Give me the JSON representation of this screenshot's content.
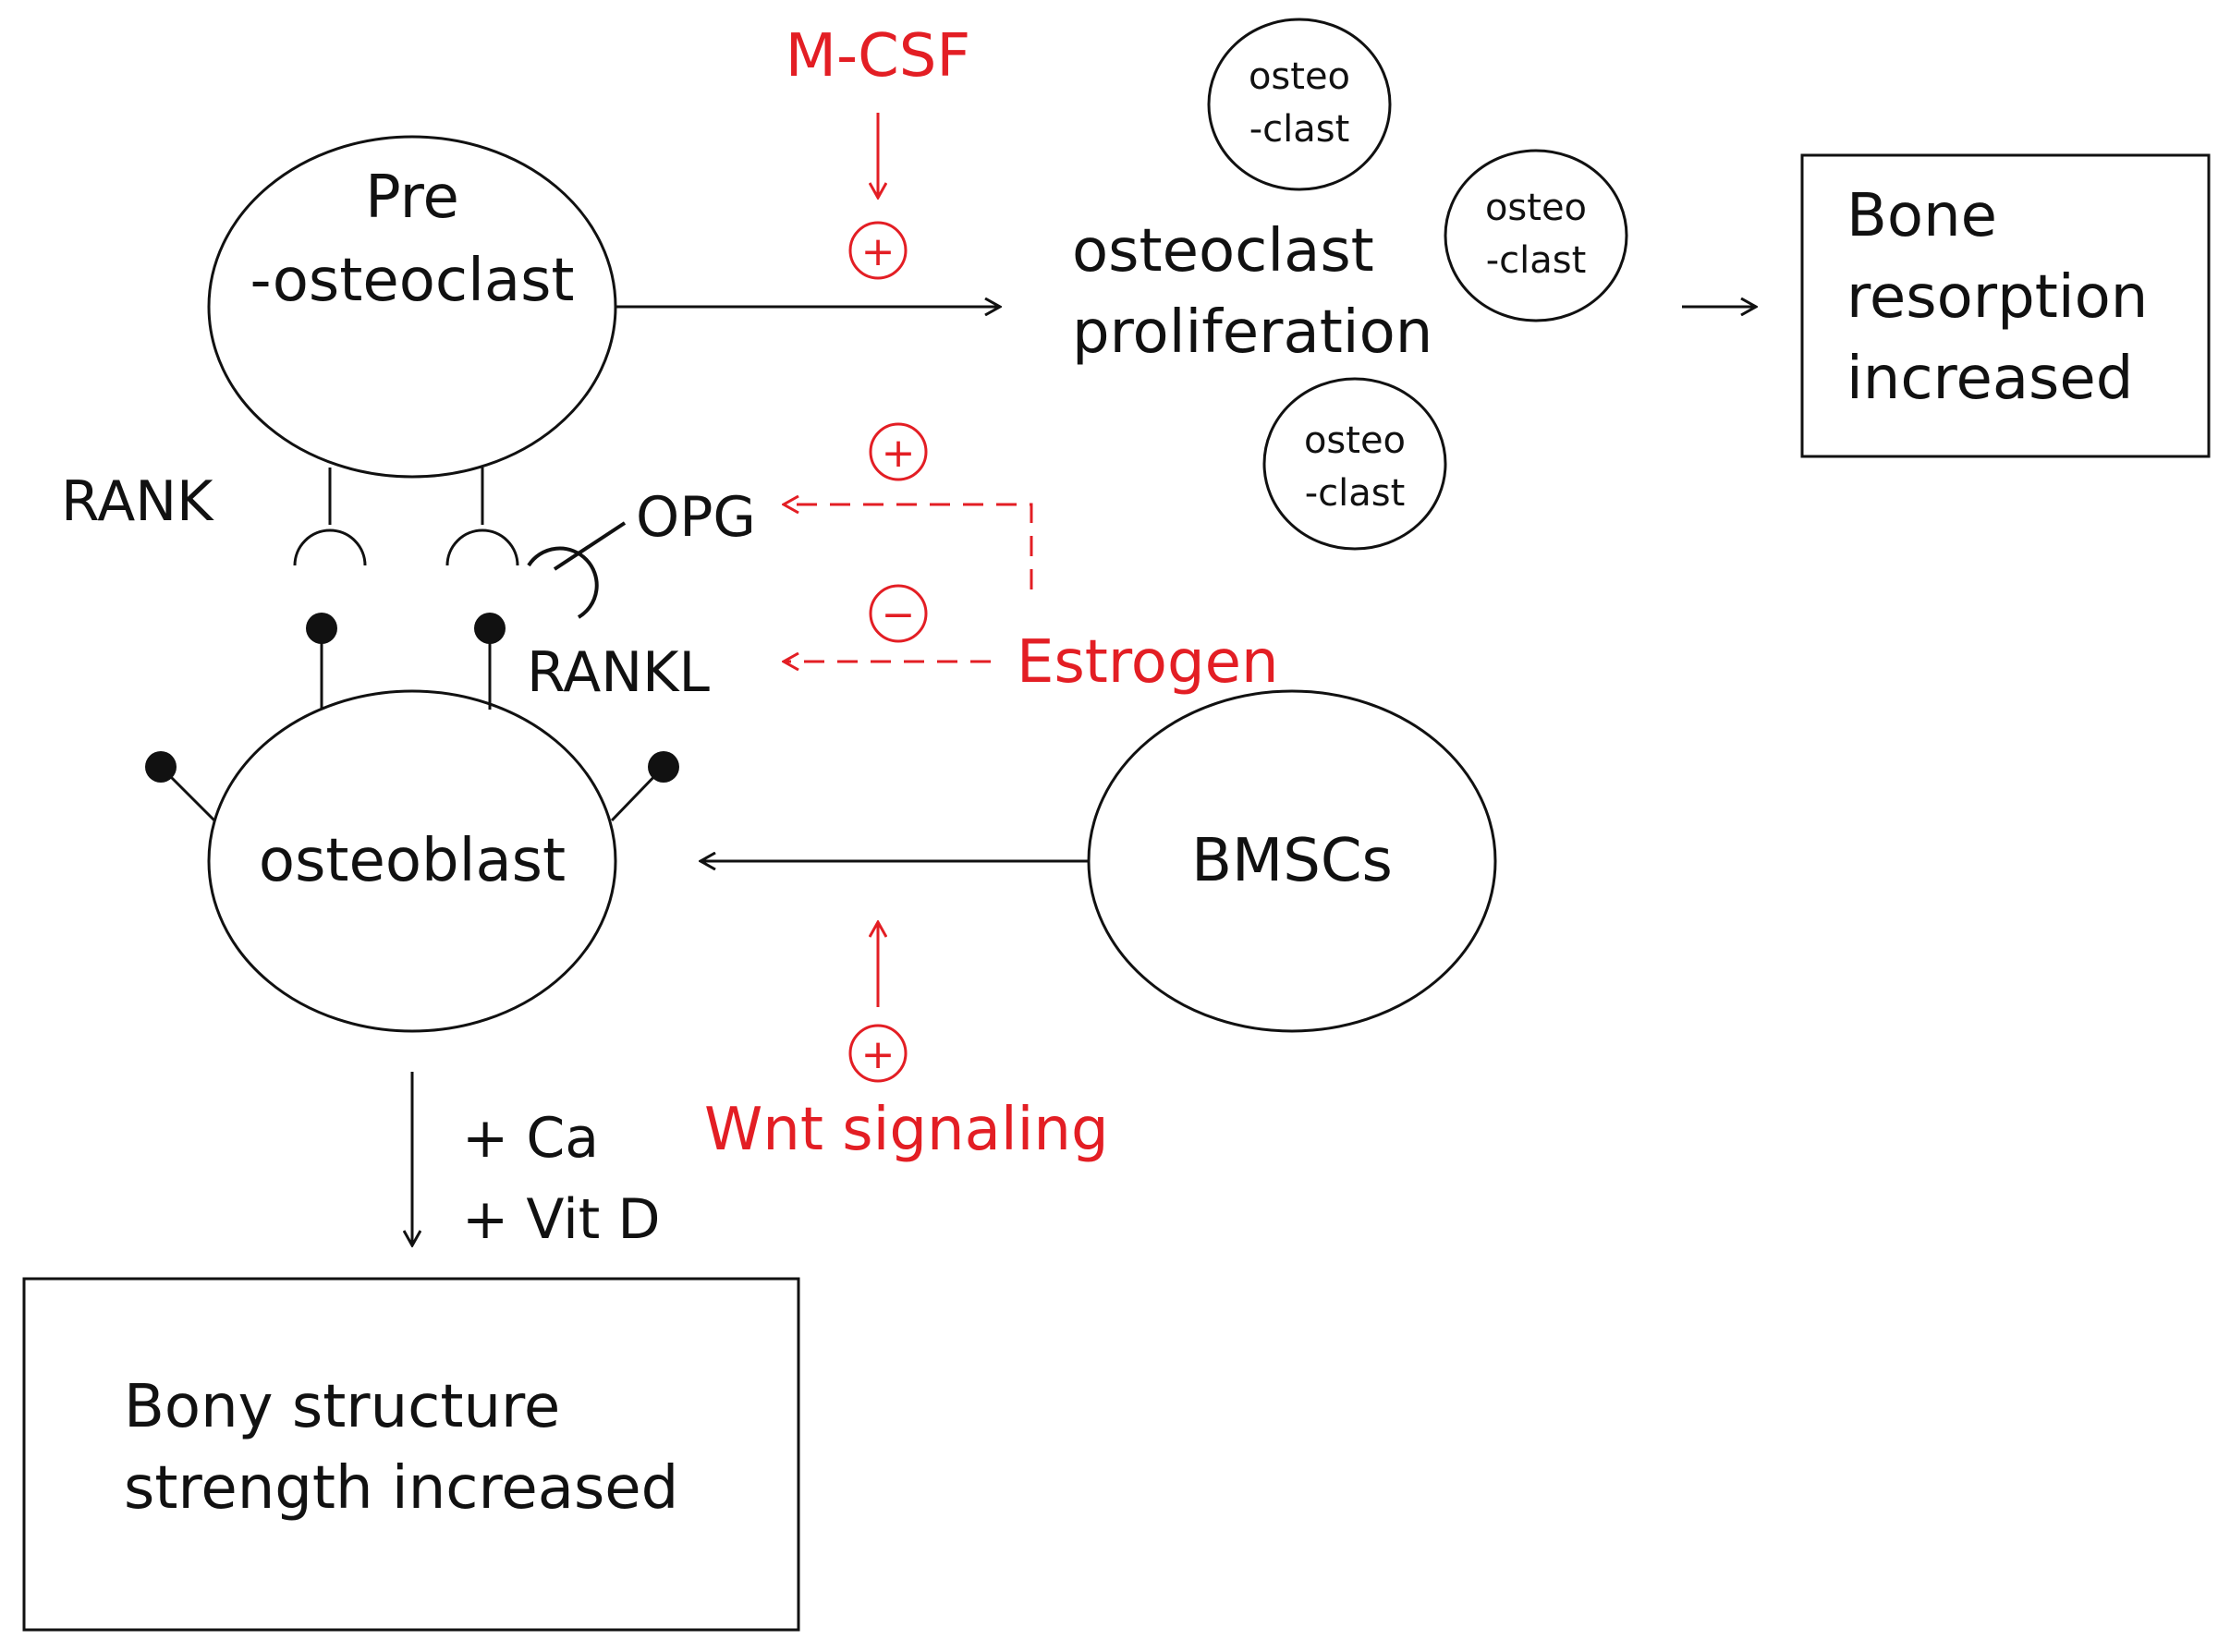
{
  "colors": {
    "ink": "#111111",
    "accent": "#e31e24",
    "background": "#ffffff"
  },
  "nodes": {
    "pre_osteoclast": {
      "line1": "Pre",
      "line2": "-osteoclast"
    },
    "osteoclast_small": {
      "line1": "osteo",
      "line2": "-clast"
    },
    "proliferation": {
      "line1": "osteoclast",
      "line2": "proliferation"
    },
    "bone_resorption": {
      "line1": "Bone",
      "line2": "resorption",
      "line3": "increased"
    },
    "osteoblast": {
      "label": "osteoblast"
    },
    "bmscs": {
      "label": "BMSCs"
    },
    "bony_structure": {
      "line1": "Bony structure",
      "line2": "strength increased"
    }
  },
  "labels": {
    "rank": "RANK",
    "opg": "OPG",
    "rankl": "RANKL",
    "ca": "+ Ca",
    "vitd": "+ Vit D"
  },
  "regulators": {
    "mcsf": "M-CSF",
    "estrogen": "Estrogen",
    "wnt": "Wnt signaling"
  },
  "signs": {
    "plus": "+",
    "minus": "−"
  }
}
